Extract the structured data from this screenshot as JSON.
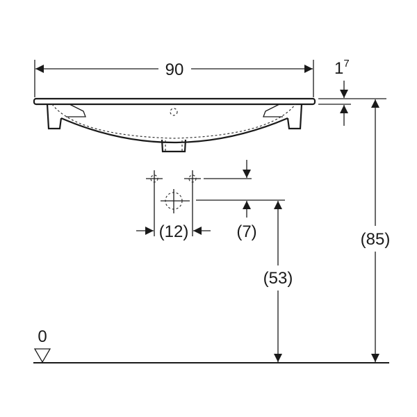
{
  "drawing": {
    "width_label": "90",
    "rim_thickness_label": "1",
    "rim_thickness_sup": "7",
    "total_height_label": "(85)",
    "waste_height_label": "(53)",
    "tap_offset_label": "(12)",
    "tap_drop_label": "(7)",
    "floor_label": "0"
  }
}
